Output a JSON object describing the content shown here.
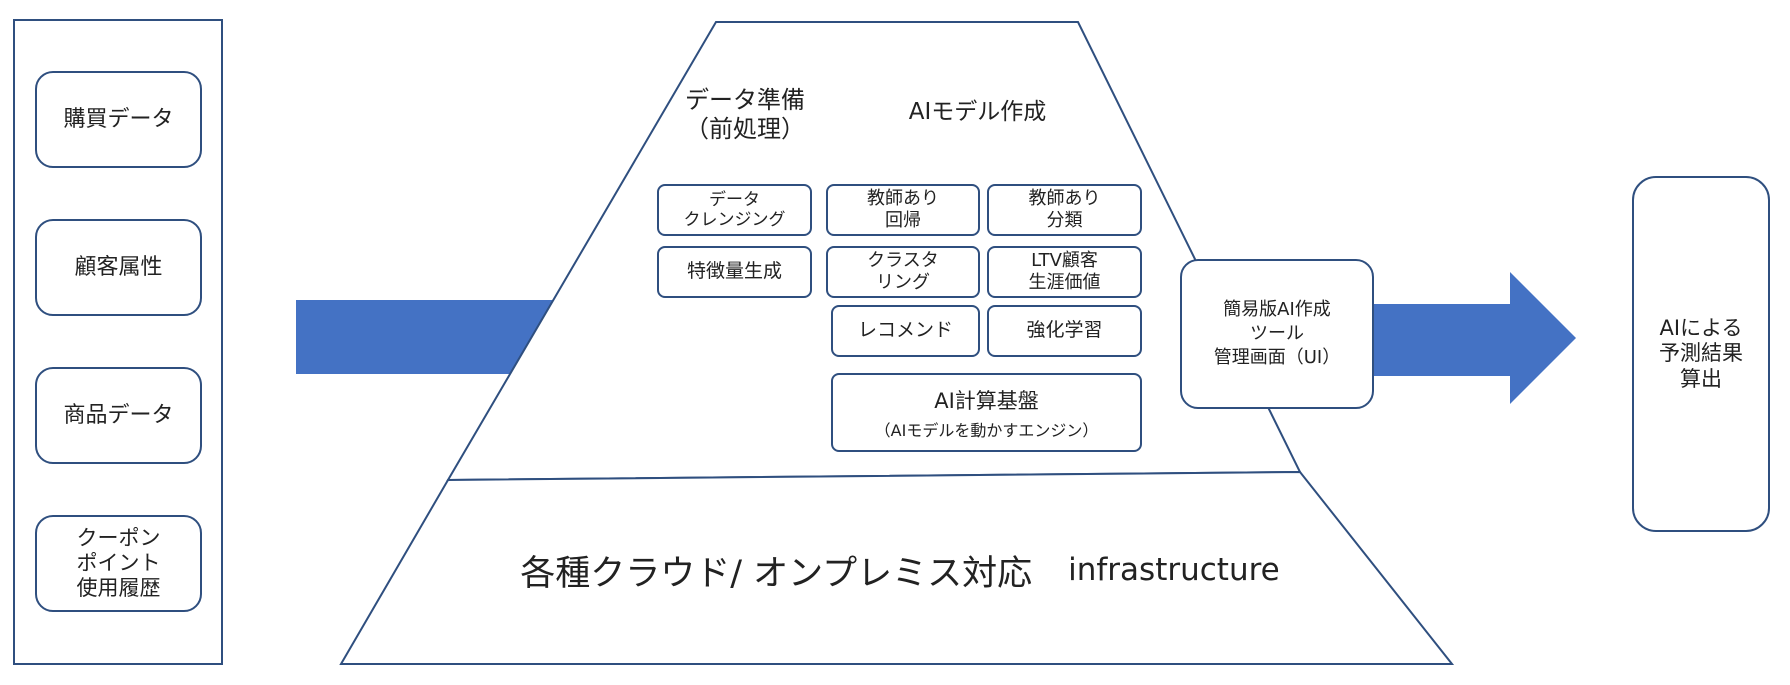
{
  "inputs": {
    "items": [
      {
        "label": "購買データ"
      },
      {
        "label": "顧客属性"
      },
      {
        "label": "商品データ"
      },
      {
        "label": "クーポン\nポイント\n使用履歴"
      }
    ]
  },
  "pyramid": {
    "data_prep_heading": "データ準備\n（前処理）",
    "ai_model_heading": "AIモデル作成",
    "prep_items": [
      {
        "label": "データ\nクレンジング"
      },
      {
        "label": "特徴量生成"
      }
    ],
    "model_items": [
      {
        "label": "教師あり\n回帰"
      },
      {
        "label": "教師あり\n分類"
      },
      {
        "label": "クラスタ\nリング"
      },
      {
        "label": "LTV顧客\n生涯価値"
      },
      {
        "label": "レコメンド"
      },
      {
        "label": "強化学習"
      }
    ],
    "ai_platform": {
      "title": "AI計算基盤",
      "subtitle": "（AIモデルを動かすエンジン）"
    },
    "infrastructure_label": "各種クラウド/ オンプレミス対応",
    "infrastructure_en": "infrastructure"
  },
  "tool_box": {
    "label": "簡易版AI作成\nツール\n管理画面（UI）"
  },
  "output_box": {
    "label": "AIによる\n予測結果\n算出"
  },
  "colors": {
    "arrow": "#4472c4",
    "line": "#2f4f7f"
  }
}
